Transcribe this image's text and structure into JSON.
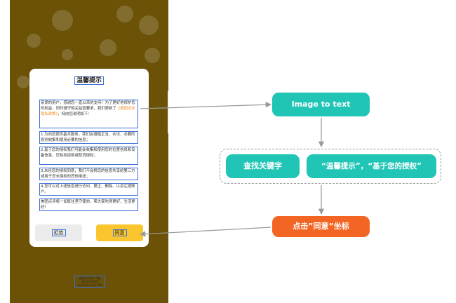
{
  "dialog": {
    "title": "温馨提示",
    "paragraphs": [
      {
        "pre": "亲爱的用户，感谢您一直以来的支持！为了更好地保护您的权益，同时遵守相关监管要求，我们更新了",
        "link": "《美团点评隐私政策》",
        "post": "，特向您说明如下："
      },
      {
        "pre": "1.为向您提供基本服务，我们会遵循正当、合法、必要的原则收集和使用必要的信息；",
        "link": "",
        "post": ""
      },
      {
        "pre": "2.基于您的授权我们可能会收集和使用您的位置信息和设备信息，您有权拒绝或取消授权；",
        "link": "",
        "post": ""
      },
      {
        "pre": "3.未经您的授权同意，我们不会将您的信息共享给第三方或用于您未授权的其他用途；",
        "link": "",
        "post": ""
      },
      {
        "pre": "4.您可以对上述信息进行访问、更正、删除、以及注销账户。",
        "link": "",
        "post": ""
      },
      {
        "pre": "美团点评将一如既往坚守使命，帮大家吃得更好，生活更好！",
        "link": "",
        "post": ""
      }
    ],
    "reject_label": "拒绝",
    "agree_label": "同意"
  },
  "footer_text": "美团点评京ICP备10211739号 meituan.com 000",
  "flow": {
    "step_image_to_text": "Image to text",
    "step_find_keywords": "查找关键字",
    "step_keywords_found": "“温馨提示”，“基于您的授权”",
    "step_click_agree": "点击”同意”坐标"
  },
  "colors": {
    "teal": "#20c5b5",
    "orange": "#f26523",
    "phone_bg": "#6b5207",
    "agree_button": "#f9c630",
    "ocr_box": "#3c6fd8"
  }
}
